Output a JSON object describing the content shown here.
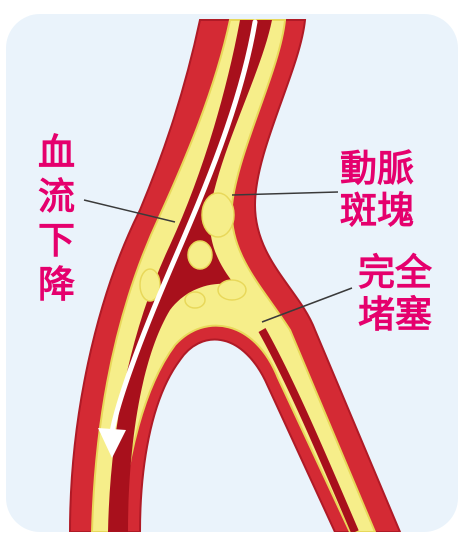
{
  "colors": {
    "background": "#eaf3fb",
    "frame": "#ffffff",
    "artery_wall": "#d42a34",
    "wall_edge": "#b01a26",
    "plaque": "#f6ee8a",
    "plaque_edge": "#e8d85a",
    "lumen": "#a8101c",
    "flow_arrow": "#ffffff",
    "text": "#e5006d",
    "leader_line": "#3a3a3a"
  },
  "labels": {
    "blood_flow_decrease": [
      "血",
      "流",
      "下",
      "降"
    ],
    "plaque": [
      "動脈",
      "斑塊"
    ],
    "complete_blockage": [
      "完全",
      "堵塞"
    ]
  },
  "icons": {
    "flow": "down-arrow-icon"
  }
}
